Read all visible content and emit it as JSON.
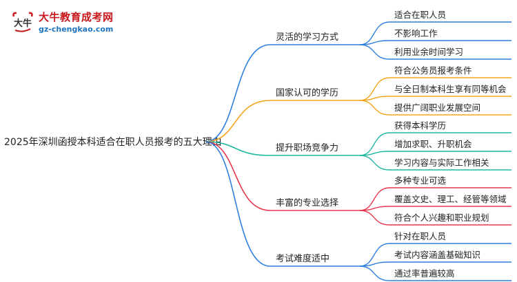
{
  "logo": {
    "name": "大牛教育成考网",
    "url": "gz-chengkao.com",
    "mark_text": "大牛"
  },
  "mindmap": {
    "root": "2025年深圳函授本科适合在职人员报考的五大理由",
    "branches": [
      {
        "label": "灵活的学习方式",
        "color": "#2f7fe0",
        "children": [
          "适合在职人员",
          "不影响工作",
          "利用业余时间学习"
        ]
      },
      {
        "label": "国家认可的学历",
        "color": "#f2a51a",
        "children": [
          "符合公务员报考条件",
          "与全日制本科生享有同等机会",
          "提供广阔职业发展空间"
        ]
      },
      {
        "label": "提升职场竞争力",
        "color": "#1fb8a3",
        "children": [
          "获得本科学历",
          "增加求职、升职机会",
          "学习内容与实际工作相关"
        ]
      },
      {
        "label": "丰富的专业选择",
        "color": "#e8364f",
        "children": [
          "多种专业可选",
          "覆盖文史、理工、经管等领域",
          "符合个人兴趣和职业规划"
        ]
      },
      {
        "label": "考试难度适中",
        "color": "#2f7fe0",
        "children": [
          "针对在职人员",
          "考试内容涵盖基础知识",
          "通过率普遍较高"
        ]
      }
    ]
  }
}
